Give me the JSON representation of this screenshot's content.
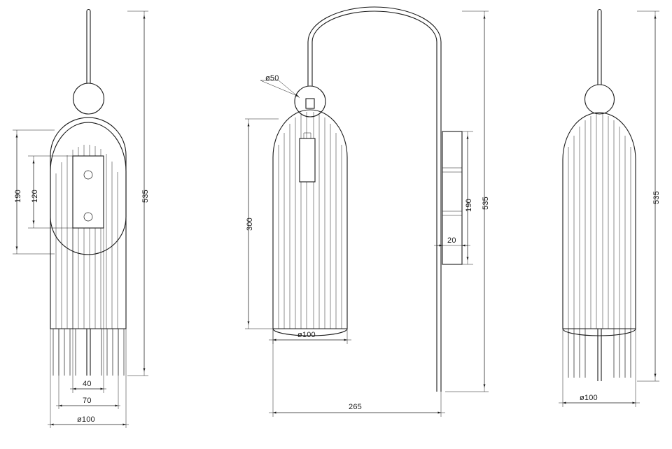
{
  "drawing": {
    "title": "Pendant lamp technical drawing - three orthographic views",
    "background": "#ffffff",
    "line_color": "#1a1a1a",
    "views": [
      {
        "name": "front-view-left",
        "label": ""
      },
      {
        "name": "side-view-center",
        "label": ""
      },
      {
        "name": "rear-view-right",
        "label": ""
      }
    ]
  },
  "dimensions": {
    "left_view": [
      {
        "name": "height-535",
        "value": "535",
        "orientation": "vertical"
      },
      {
        "name": "height-190",
        "value": "190",
        "orientation": "vertical"
      },
      {
        "name": "height-120",
        "value": "120",
        "orientation": "vertical"
      },
      {
        "name": "width-40",
        "value": "40",
        "orientation": "horizontal"
      },
      {
        "name": "width-70",
        "value": "70",
        "orientation": "horizontal"
      },
      {
        "name": "diameter-100",
        "value": "ø100",
        "orientation": "horizontal"
      }
    ],
    "center_view": [
      {
        "name": "diameter-50",
        "value": "ø50",
        "orientation": "leader"
      },
      {
        "name": "height-300",
        "value": "300",
        "orientation": "vertical"
      },
      {
        "name": "height-535",
        "value": "535",
        "orientation": "vertical"
      },
      {
        "name": "height-190",
        "value": "190",
        "orientation": "vertical"
      },
      {
        "name": "width-20",
        "value": "20",
        "orientation": "horizontal"
      },
      {
        "name": "diameter-100",
        "value": "ø100",
        "orientation": "horizontal"
      },
      {
        "name": "depth-265",
        "value": "265",
        "orientation": "horizontal"
      }
    ],
    "right_view": [
      {
        "name": "height-535",
        "value": "535",
        "orientation": "vertical"
      },
      {
        "name": "diameter-100",
        "value": "ø100",
        "orientation": "horizontal"
      }
    ]
  }
}
